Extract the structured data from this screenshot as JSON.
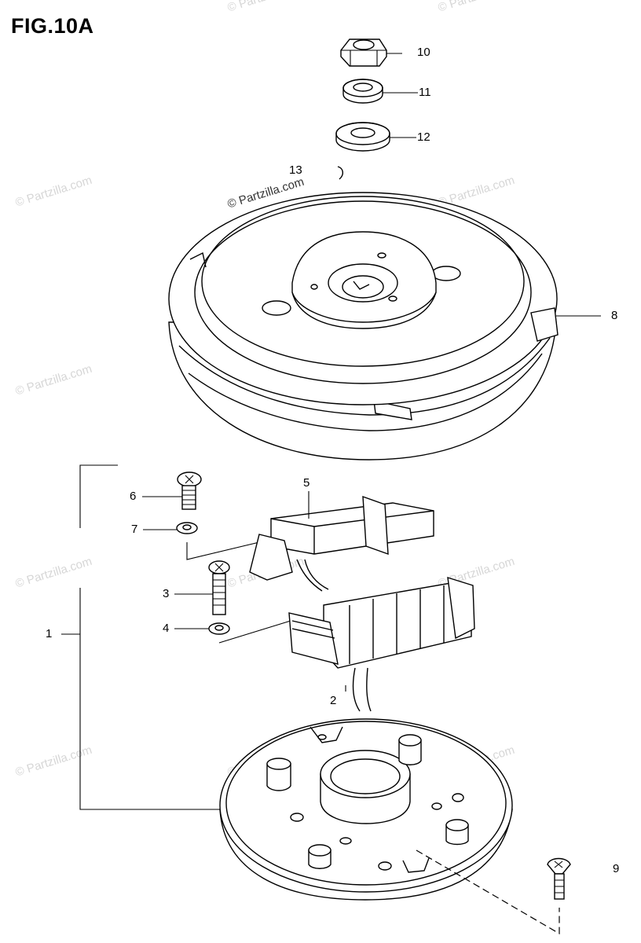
{
  "figure": {
    "title": "FIG.10A"
  },
  "watermark": {
    "text": "© Partzilla.com"
  },
  "callouts": [
    {
      "id": "1",
      "label": "1"
    },
    {
      "id": "2",
      "label": "2"
    },
    {
      "id": "3",
      "label": "3"
    },
    {
      "id": "4",
      "label": "4"
    },
    {
      "id": "5",
      "label": "5"
    },
    {
      "id": "6",
      "label": "6"
    },
    {
      "id": "7",
      "label": "7"
    },
    {
      "id": "8",
      "label": "8"
    },
    {
      "id": "9",
      "label": "9"
    },
    {
      "id": "10",
      "label": "10"
    },
    {
      "id": "11",
      "label": "11"
    },
    {
      "id": "12",
      "label": "12"
    },
    {
      "id": "13",
      "label": "13"
    }
  ]
}
